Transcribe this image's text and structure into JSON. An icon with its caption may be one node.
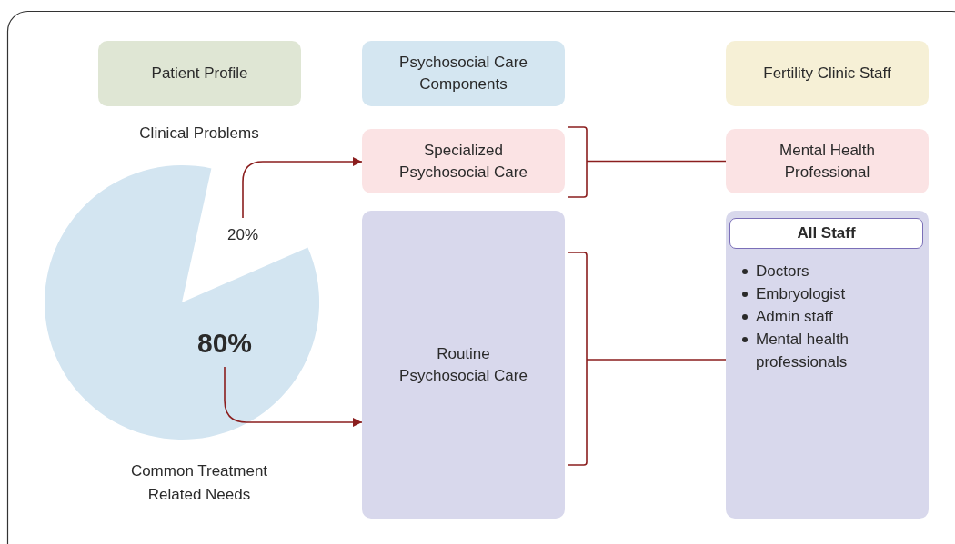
{
  "diagram": {
    "nodes": [
      {
        "text": [
          "Patient Profile"
        ]
      },
      {
        "text": [
          "Psychosocial Care Components"
        ]
      },
      {
        "text": [
          "Fertility Clinic Staff"
        ]
      },
      {
        "text": [
          "Specialized Psychosocial Care"
        ]
      },
      {
        "text": [
          "Mental Health Professional"
        ]
      },
      {
        "text": [
          "20%"
        ]
      },
      {
        "text": [
          "Routine Psychosocial Care"
        ]
      },
      {
        "text": [
          "80%"
        ]
      },
      {
        "text": [
          "Doctors",
          "Embryologist",
          "Admin staff",
          "Mental health professionals"
        ]
      },
      {
        "text": [
          "All Staff"
        ],
        "in": 8
      }
    ],
    "edges": [
      {
        "from": 5,
        "to": 3,
        "arrow": "to"
      },
      {
        "from": 7,
        "to": 6,
        "arrow": "to"
      },
      {
        "from": 3,
        "to": 4,
        "arrow": "none"
      },
      {
        "from": 6,
        "to": 8,
        "arrow": "none"
      }
    ],
    "labels": [
      "Clinical Problems",
      "Common Treatment Related Needs"
    ]
  }
}
